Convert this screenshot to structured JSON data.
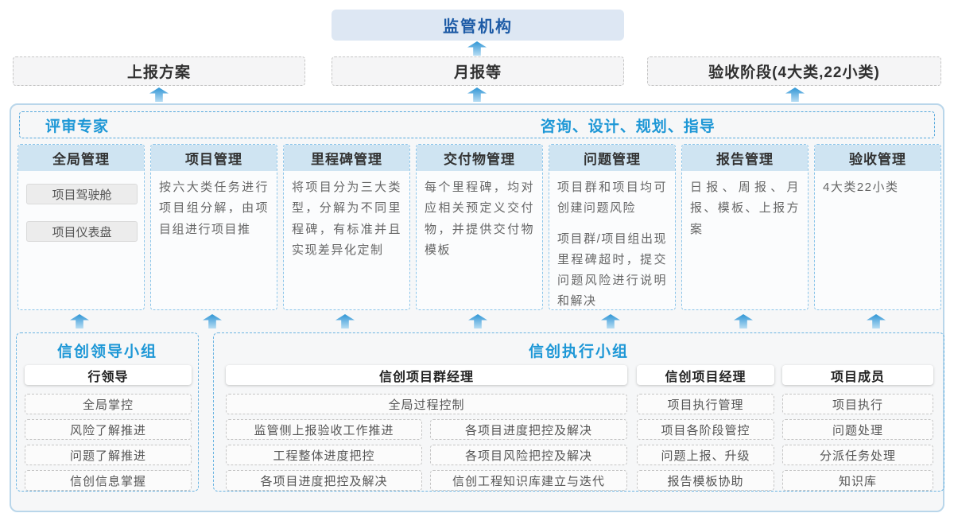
{
  "colors": {
    "accent_blue": "#1d97d6",
    "dark_blue": "#1d5ba6",
    "column_header_fill": "#cfe4f2",
    "regulator_fill": "#dde7f3",
    "arrow_blue": "#2f96d5",
    "panel_border": "#b9d6ea"
  },
  "regulator": {
    "label": "监管机构"
  },
  "report_row": {
    "plan": "上报方案",
    "monthly": "月报等",
    "acceptance": "验收阶段(4大类,22小类)"
  },
  "main_panel": {
    "expert_label": "评审专家",
    "advisory_label": "咨询、设计、规划、指导",
    "columns": [
      {
        "title": "全局管理",
        "chips": [
          "项目驾驶舱",
          "项目仪表盘"
        ]
      },
      {
        "title": "项目管理",
        "paragraphs": [
          "按六大类任务进行项目组分解，由项目组进行项目推"
        ]
      },
      {
        "title": "里程碑管理",
        "paragraphs": [
          "将项目分为三大类型，分解为不同里程碑，有标准并且实现差异化定制"
        ]
      },
      {
        "title": "交付物管理",
        "paragraphs": [
          "每个里程碑，均对应相关预定义交付物，并提供交付物模板"
        ]
      },
      {
        "title": "问题管理",
        "paragraphs": [
          "项目群和项目均可创建问题风险",
          "项目群/项目组出现里程碑超时，提交问题风险进行说明和解决"
        ]
      },
      {
        "title": "报告管理",
        "paragraphs": [
          "日报、周报、月报、模板、上报方案"
        ]
      },
      {
        "title": "验收管理",
        "paragraphs": [
          "4大类22小类"
        ]
      }
    ]
  },
  "bottom": {
    "leader_group": {
      "title": "信创领导小组",
      "role": "行领导",
      "items": [
        "全局掌控",
        "风险了解推进",
        "问题了解推进",
        "信创信息掌握"
      ]
    },
    "exec_group": {
      "title": "信创执行小组",
      "pm_group": {
        "role": "信创项目群经理",
        "full_item": "全局过程控制",
        "left_items": [
          "监管侧上报验收工作推进",
          "工程整体进度把控",
          "各项目进度把控及解决"
        ],
        "right_items": [
          "各项目进度把控及解决",
          "各项目风险把控及解决",
          "信创工程知识库建立与迭代"
        ]
      },
      "project_manager": {
        "role": "信创项目经理",
        "items": [
          "项目执行管理",
          "项目各阶段管控",
          "问题上报、升级",
          "报告模板协助"
        ]
      },
      "member": {
        "role": "项目成员",
        "items": [
          "项目执行",
          "问题处理",
          "分派任务处理",
          "知识库"
        ]
      }
    }
  }
}
